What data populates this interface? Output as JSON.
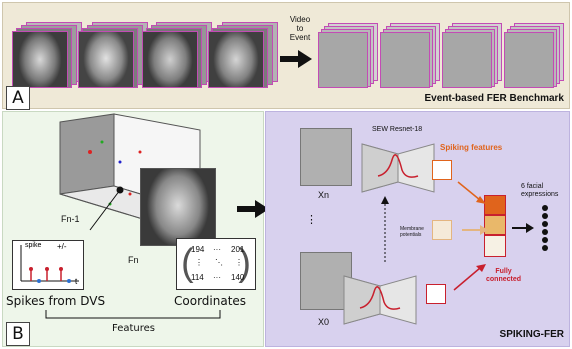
{
  "panel_a": {
    "letter": "A",
    "arrow_text": [
      "Video",
      "to",
      "Event"
    ],
    "title": "Event-based FER Benchmark"
  },
  "panel_b": {
    "letter": "B",
    "frame_prev_label": "Fn-1",
    "frame_label": "Fn",
    "spike_plot": {
      "y_label": "spike",
      "polarity": "+/-",
      "x_label": "t"
    },
    "spikes_caption": "Spikes from DVS",
    "matrix": {
      "r1c1": "194",
      "r1c2": "···",
      "r1c3": "201",
      "r2c1": "⋮",
      "r2c2": "⋱",
      "r2c3": "⋮",
      "r3c1": "114",
      "r3c2": "···",
      "r3c3": "140"
    },
    "coordinates_caption": "Coordinates",
    "features_label": "Features"
  },
  "spiking_fer": {
    "xn_label": "Xn",
    "x0_label": "X0",
    "dots": "⋮",
    "resnet_label": "SEW Resnet-18",
    "membrane_label": [
      "Membrane",
      "potentials"
    ],
    "spiking_features_label": "Spiking features",
    "fully_connected_label": [
      "Fully",
      "connected"
    ],
    "output_label": [
      "6 facial",
      "expressions"
    ],
    "title": "SPIKING-FER"
  },
  "colors": {
    "accent_orange": "#e0641c",
    "accent_red": "#c8202e",
    "frame_magenta": "#c34bb5"
  }
}
